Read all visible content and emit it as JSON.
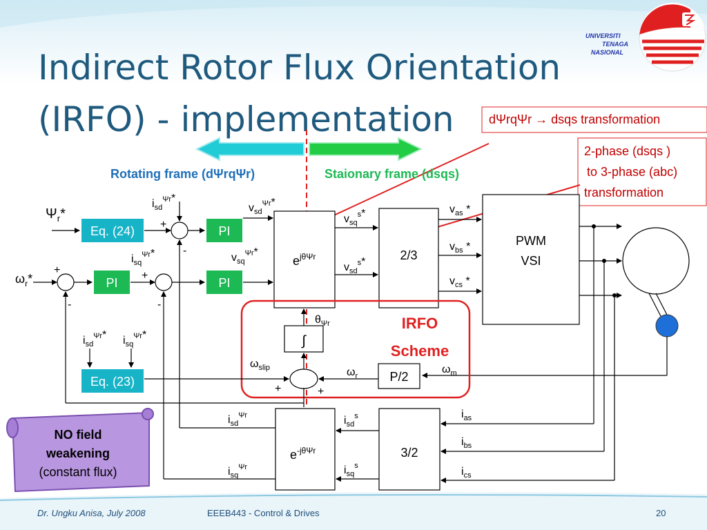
{
  "slide": {
    "title_line1": "Indirect Rotor Flux Orientation",
    "title_line2": "(IRFO) - implementation",
    "logo_lines": [
      "UNIVERSITI",
      "TENAGA",
      "NASIONAL"
    ],
    "footer_author": "Dr. Ungku Anisa, July 2008",
    "footer_course": "EEEB443 - Control & Drives",
    "footer_page": "20"
  },
  "callouts": {
    "transform1": "dΨrqΨr → dsqs transformation",
    "transform2_line1": "2-phase (dsqs )",
    "transform2_line2": "to 3-phase (abc)",
    "transform2_line3": "transformation"
  },
  "frames": {
    "rotating": "Rotating frame (dΨrqΨr)",
    "stationary": "Staionary frame (dsqs)"
  },
  "blocks": {
    "eq24": "Eq. (24)",
    "eq23": "Eq. (23)",
    "pi": "PI",
    "rot": "ejθΨr",
    "rot_inv": "e-jθΨr",
    "two_three": "2/3",
    "three_two": "3/2",
    "pwm_line1": "PWM",
    "pwm_line2": "VSI",
    "integrator": "∫",
    "p2": "P/2"
  },
  "irfo": {
    "line1": "IRFO",
    "line2": "Scheme"
  },
  "note": {
    "line1": "NO field",
    "line2": "weakening",
    "line3": "(constant flux)"
  },
  "colors": {
    "title": "#1f5a7e",
    "accent_red": "#e02020",
    "block_teal": "#17b4c8",
    "block_green": "#1db954",
    "scroll_purple": "#b896e0",
    "rotating_text": "#1f6fb8",
    "stationary_text": "#1db954"
  }
}
